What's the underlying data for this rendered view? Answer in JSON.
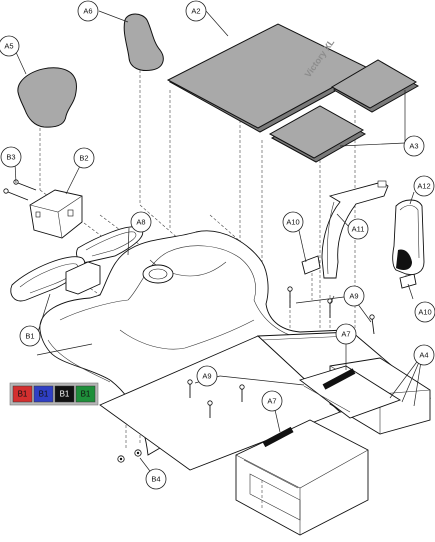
{
  "callouts": {
    "A2": "A2",
    "A3": "A3",
    "A4": "A4",
    "A5": "A5",
    "A6": "A6",
    "A7": "A7",
    "A8": "A8",
    "A9": "A9",
    "A10": "A10",
    "A11": "A11",
    "A12": "A12",
    "B1": "B1",
    "B2": "B2",
    "B3": "B3",
    "B4": "B4"
  },
  "pad_branding": "Victory XL",
  "color_key": {
    "items": [
      {
        "label": "B1",
        "color": "#d32f2f",
        "text_color": "#111111"
      },
      {
        "label": "B1",
        "color": "#2f3fc4",
        "text_color": "#111111"
      },
      {
        "label": "B1",
        "color": "#111111",
        "text_color": "#ffffff"
      },
      {
        "label": "B1",
        "color": "#1e8f3a",
        "text_color": "#111111"
      }
    ]
  }
}
